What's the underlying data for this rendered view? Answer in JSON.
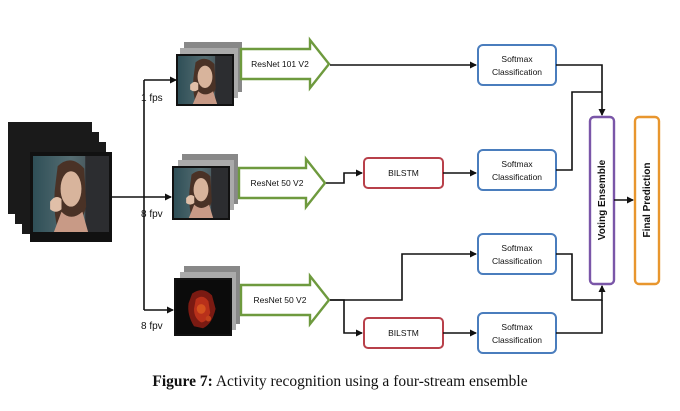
{
  "input_rates": {
    "stream1": "1 fps",
    "stream2": "8 fpv",
    "stream3": "8 fpv"
  },
  "backbones": {
    "resnet101": "ResNet 101 V2",
    "resnet50_a": "ResNet 50 V2",
    "resnet50_b": "ResNet 50 V2"
  },
  "bilstm": {
    "a": "BILSTM",
    "b": "BILSTM"
  },
  "softmax": {
    "line1": "Softmax",
    "line2": "Classification"
  },
  "voting_ensemble": "Voting Ensemble",
  "final_prediction": "Final Prediction",
  "caption": {
    "label": "Figure 7:",
    "text": " Activity recognition using a four-stream ensemble"
  },
  "colors": {
    "resnet_border": "#6e9a3e",
    "bilstm_border": "#b8404a",
    "softmax_border": "#4a7dbd",
    "voting_border": "#7a56a8",
    "final_border": "#e8962e",
    "arrow": "#111111"
  }
}
